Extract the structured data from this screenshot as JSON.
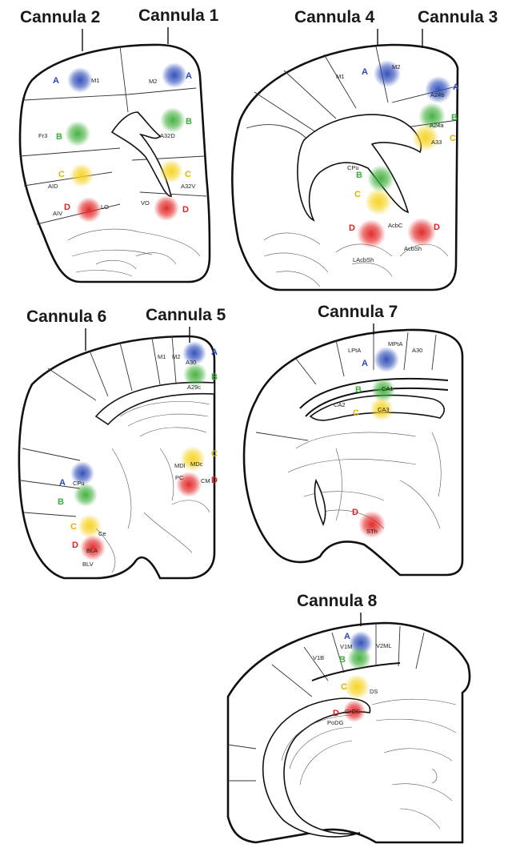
{
  "colors": {
    "A": "#2a49b8",
    "B": "#3fae3a",
    "C": "#f5d21e",
    "D": "#e02020"
  },
  "panels": {
    "p1": {
      "title_left": "Cannula 2",
      "title_right": "Cannula 1",
      "labels": [
        "M1",
        "M2",
        "Fr3",
        "A32D",
        "AID",
        "A32V",
        "AIV",
        "LO",
        "VO"
      ],
      "letters": [
        "A",
        "A",
        "B",
        "B",
        "C",
        "C",
        "D",
        "D"
      ]
    },
    "p2": {
      "title_left": "Cannula 4",
      "title_right": "Cannula 3",
      "labels": [
        "M1",
        "M2",
        "A24b",
        "A24a",
        "A33",
        "CPu",
        "AcbC",
        "AcbSh",
        "LAcbSh"
      ],
      "letters": [
        "A",
        "A",
        "B",
        "C",
        "B",
        "C",
        "D",
        "D"
      ]
    },
    "p3": {
      "title_left": "Cannula 6",
      "title_right": "Cannula 5",
      "labels": [
        "M1",
        "M2",
        "A30",
        "A29c",
        "MDl",
        "MDc",
        "PC",
        "CM",
        "CPu",
        "Ce",
        "BLA",
        "BLV"
      ],
      "letters": [
        "A",
        "B",
        "C",
        "D",
        "A",
        "B",
        "C",
        "D"
      ]
    },
    "p4": {
      "title": "Cannula 7",
      "labels": [
        "LPtA",
        "MPtA",
        "A30",
        "CA1",
        "CA2",
        "CA3",
        "STh"
      ],
      "letters": [
        "A",
        "B",
        "C",
        "D"
      ]
    },
    "p5": {
      "title": "Cannula 8",
      "labels": [
        "V1M",
        "V2ML",
        "V1B",
        "DS",
        "GrDG",
        "PoDG"
      ],
      "letters": [
        "A",
        "B",
        "C",
        "D"
      ]
    }
  }
}
